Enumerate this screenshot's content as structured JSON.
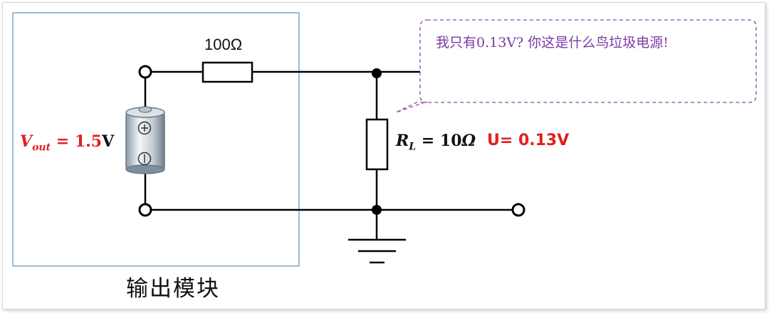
{
  "module": {
    "caption": "输出模块"
  },
  "resistor_series": {
    "label": "100Ω"
  },
  "load": {
    "symbol": "R",
    "subscript": "L",
    "equals": " = 10",
    "unit": "Ω"
  },
  "voltage_u": {
    "text": "U= 0.13V"
  },
  "vout": {
    "symbol": "V",
    "subscript": "out",
    "equals": " = 1.5",
    "unit": "V"
  },
  "speech": {
    "text": "我只有0.13V? 你这是什么鸟垃圾电源!"
  },
  "colors": {
    "accent_red": "#e02020",
    "speech_purple": "#7a3aa0",
    "module_border": "#7aa7c7"
  }
}
